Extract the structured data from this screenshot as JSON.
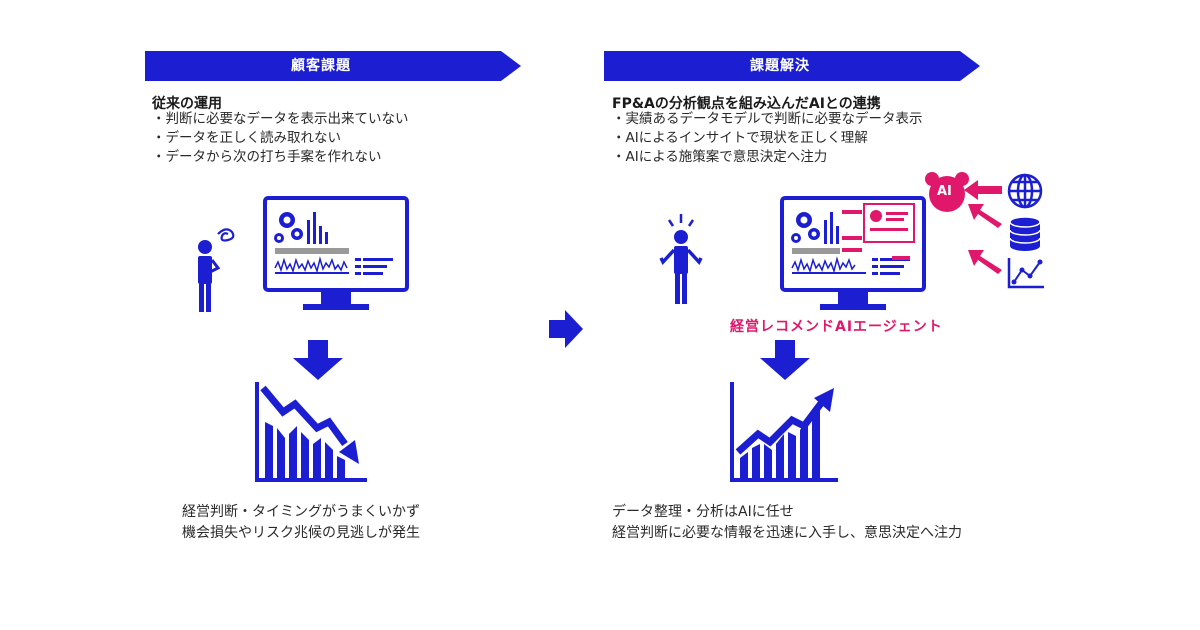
{
  "colors": {
    "primary": "#1b1fd1",
    "accent": "#e0186b",
    "gray": "#888888"
  },
  "left": {
    "banner": "顧客課題",
    "title": "従来の運用",
    "bullets": [
      "判断に必要なデータを表示出来ていない",
      "データを正しく読み取れない",
      "データから次の打ち手案を作れない"
    ],
    "outcome": [
      "経営判断・タイミングがうまくいかず",
      "機会損失やリスク兆候の見逃しが発生"
    ],
    "icons": [
      "confused-person-icon",
      "monitor-dashboard-icon",
      "down-arrow-icon",
      "declining-chart-icon"
    ]
  },
  "right": {
    "banner": "課題解決",
    "title": "FP&Aの分析観点を組み込んだAIとの連携",
    "bullets": [
      "実績あるデータモデルで判断に必要なデータ表示",
      "AIによるインサイトで現状を正しく理解",
      "AIによる施策案で意思決定へ注力"
    ],
    "agent_label": "経営レコメンドAIエージェント",
    "ai_badge": "AI",
    "outcome": [
      "データ整理・分析はAIに任せ",
      "経営判断に必要な情報を迅速に入手し、意思決定へ注力"
    ],
    "icons": [
      "surprised-person-icon",
      "monitor-dashboard-icon",
      "ai-bear-icon",
      "globe-icon",
      "database-icon",
      "line-chart-icon",
      "down-arrow-icon",
      "rising-chart-icon"
    ]
  }
}
